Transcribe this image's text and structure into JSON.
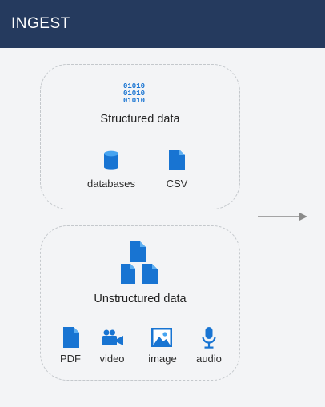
{
  "header": {
    "title": "INGEST"
  },
  "colors": {
    "header_bg": "#253a5e",
    "icon_blue": "#1874d2",
    "dashed_border": "#c4c8cc",
    "arrow": "#8a8a8a"
  },
  "structured": {
    "title": "Structured  data",
    "icon": "binary-data-icon",
    "items": [
      {
        "label": "databases",
        "icon": "database-icon"
      },
      {
        "label": "CSV",
        "icon": "file-icon"
      }
    ]
  },
  "unstructured": {
    "title": "Unstructured  data",
    "icon": "stacked-files-icon",
    "items": [
      {
        "label": "PDF",
        "icon": "file-icon"
      },
      {
        "label": "video",
        "icon": "video-camera-icon"
      },
      {
        "label": "image",
        "icon": "image-icon"
      },
      {
        "label": "audio",
        "icon": "microphone-icon"
      }
    ]
  },
  "connector": {
    "icon": "arrow-right-icon"
  }
}
